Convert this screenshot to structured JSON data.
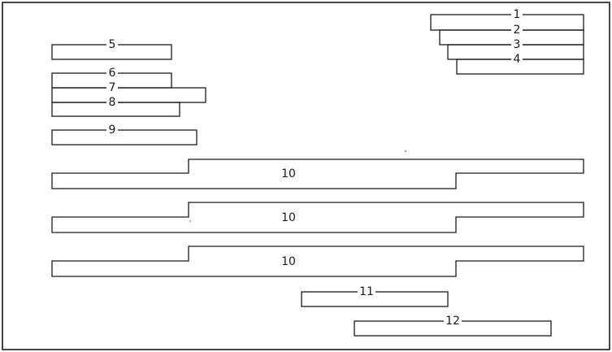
{
  "labels": {
    "l1": "1",
    "l2": "2",
    "l3": "3",
    "l4": "4",
    "l5": "5",
    "l6": "6",
    "l7": "7",
    "l8": "8",
    "l9": "9",
    "l10a": "10",
    "l10b": "10",
    "l10c": "10",
    "l11": "11",
    "l12": "12"
  },
  "colors": {
    "stroke": "#1a1a1a",
    "background": "#ffffff"
  }
}
